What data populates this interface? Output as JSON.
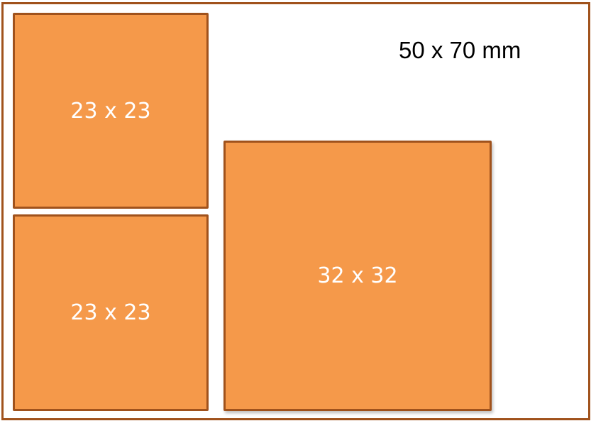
{
  "sheet": {
    "size_label": "50 x 70 mm"
  },
  "boxes": [
    {
      "label": "23 x 23"
    },
    {
      "label": "23 x 23"
    },
    {
      "label": "32 x 32"
    }
  ],
  "colors": {
    "box_fill": "#f5994a",
    "box_border": "#a0521c",
    "frame_border": "#a0521c",
    "box_text": "#ffffff"
  }
}
